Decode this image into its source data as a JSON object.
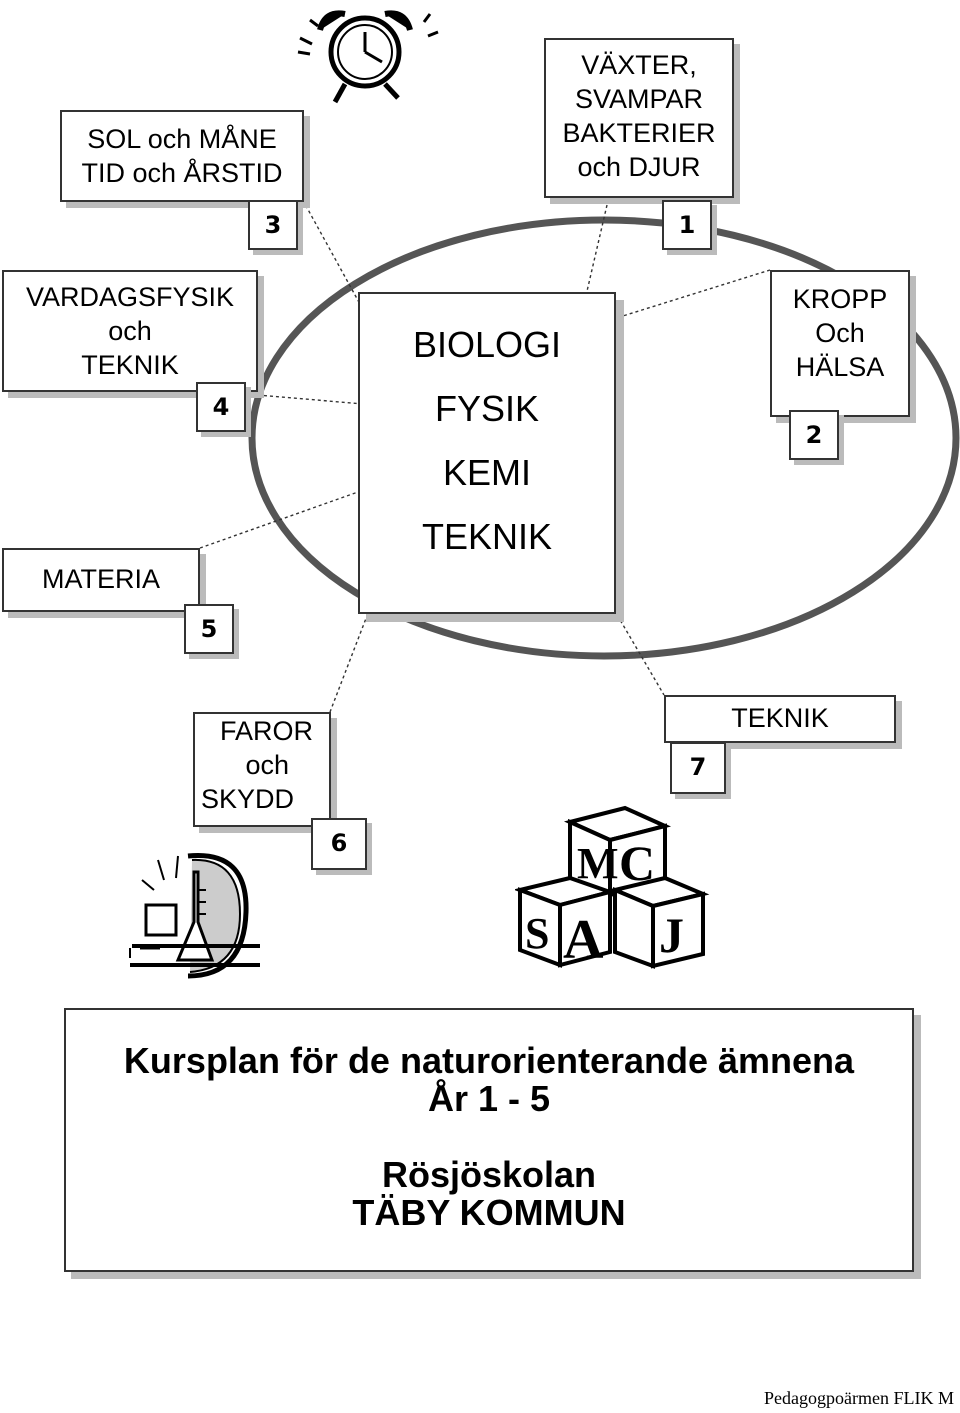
{
  "center": {
    "subjects": [
      "BIOLOGI",
      "FYSIK",
      "KEMI",
      "TEKNIK"
    ]
  },
  "topics": [
    {
      "number": "1",
      "lines": [
        "VÄXTER,",
        "SVAMPAR",
        "BAKTERIER",
        "och DJUR"
      ]
    },
    {
      "number": "2",
      "lines": [
        "KROPP",
        "Och",
        "HÄLSA"
      ]
    },
    {
      "number": "3",
      "lines": [
        "SOL och MÅNE",
        "TID och ÅRSTID"
      ]
    },
    {
      "number": "4",
      "lines": [
        "VARDAGSFYSIK",
        "och",
        "TEKNIK"
      ]
    },
    {
      "number": "5",
      "lines": [
        "MATERIA"
      ]
    },
    {
      "number": "6",
      "lines": [
        "FAROR",
        "och",
        "SKYDD"
      ]
    },
    {
      "number": "7",
      "lines": [
        "TEKNIK"
      ]
    }
  ],
  "title": {
    "line1": "Kursplan för de naturorienterande ämnena",
    "line2": "År 1 - 5",
    "line3": "Rösjöskolan",
    "line4": "TÄBY KOMMUN"
  },
  "blocks": {
    "letters": [
      "M",
      "C",
      "S",
      "A",
      "J"
    ]
  },
  "footer": "Pedagogpoärmen FLIK M"
}
